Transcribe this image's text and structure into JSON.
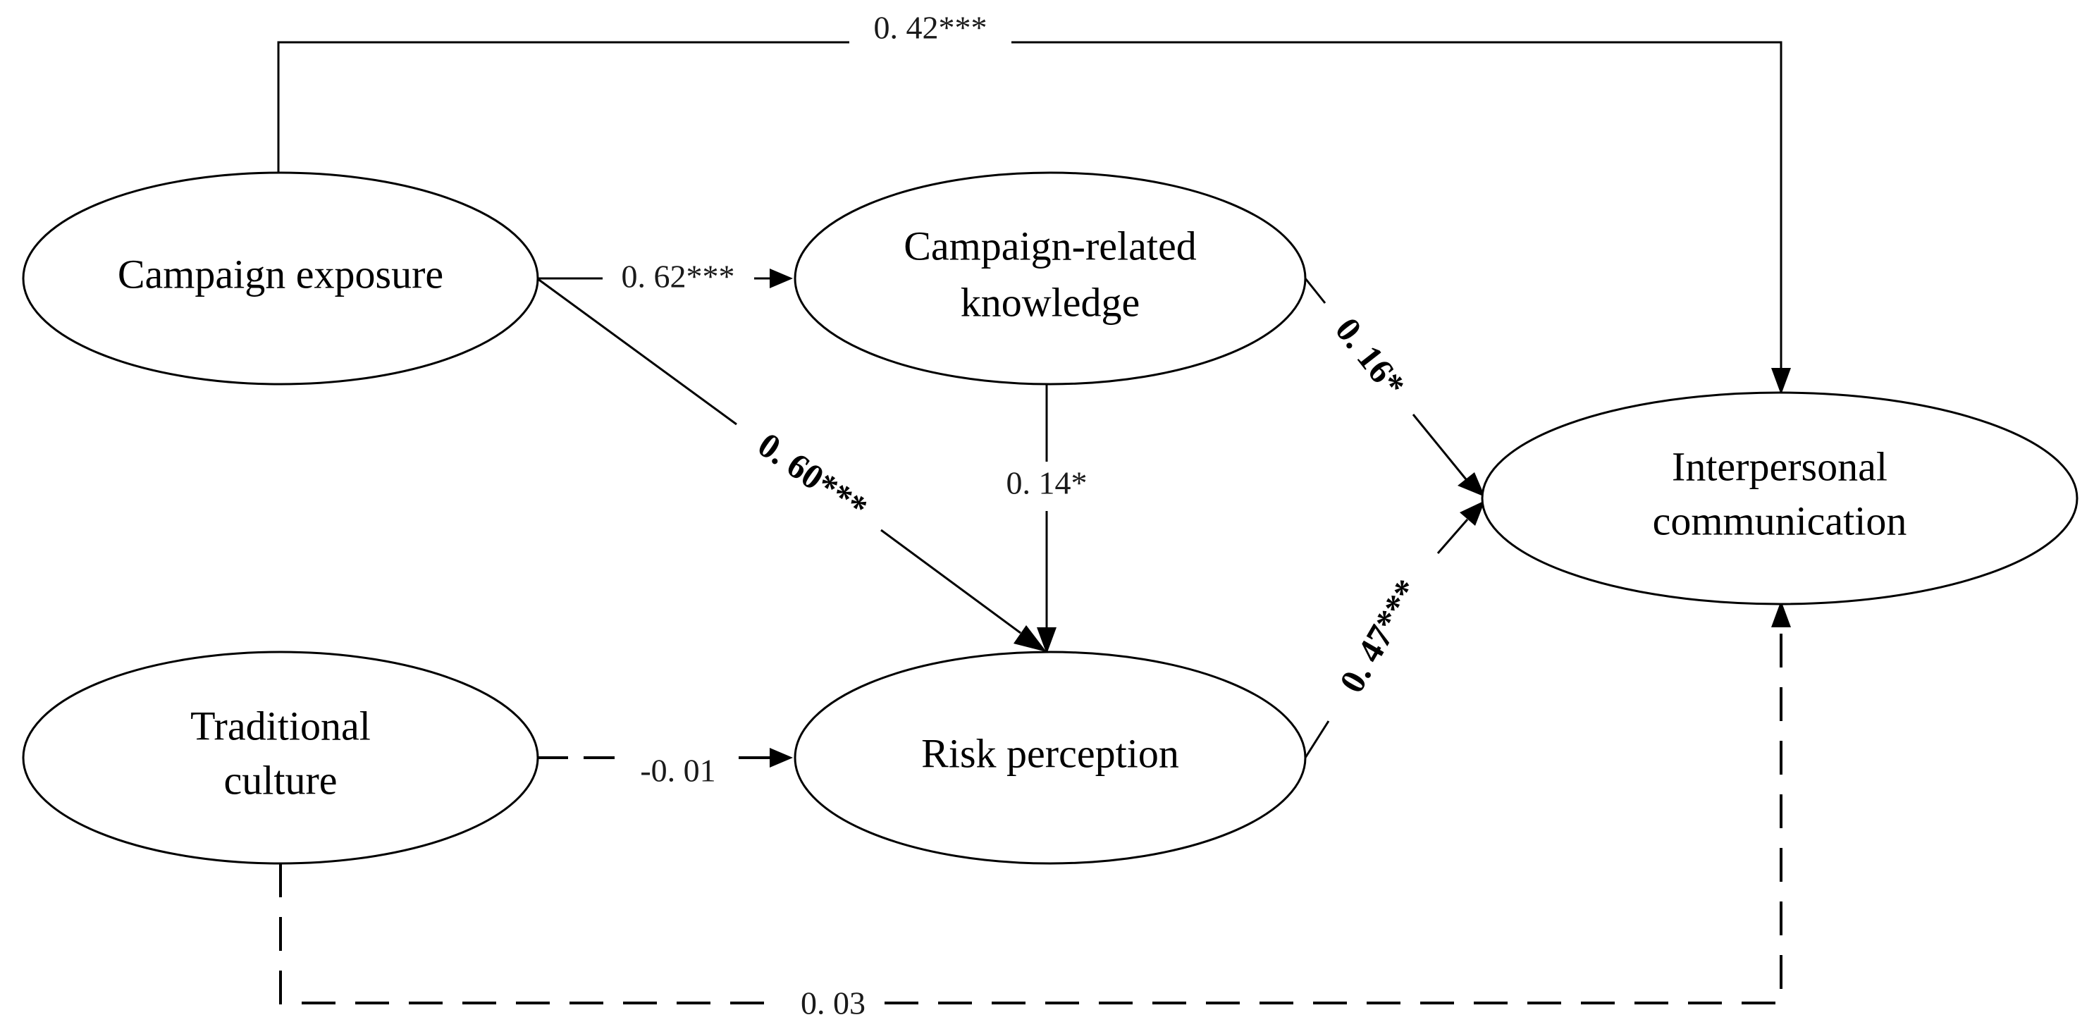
{
  "nodes": {
    "campaign_exposure": {
      "label": "Campaign exposure"
    },
    "campaign_knowledge": {
      "line1": "Campaign-related",
      "line2": "knowledge"
    },
    "interpersonal": {
      "line1": "Interpersonal",
      "line2": "communication"
    },
    "traditional_culture": {
      "line1": "Traditional",
      "line2": "culture"
    },
    "risk_perception": {
      "label": "Risk perception"
    }
  },
  "coefficients": {
    "exposure_to_interpersonal": "0. 42***",
    "exposure_to_knowledge": "0. 62***",
    "exposure_to_risk": "0. 60***",
    "knowledge_to_risk": "0. 14*",
    "knowledge_to_interpersonal": "0. 16*",
    "risk_to_interpersonal": "0. 47***",
    "culture_to_risk": "-0. 01",
    "culture_to_interpersonal": "0. 03"
  }
}
